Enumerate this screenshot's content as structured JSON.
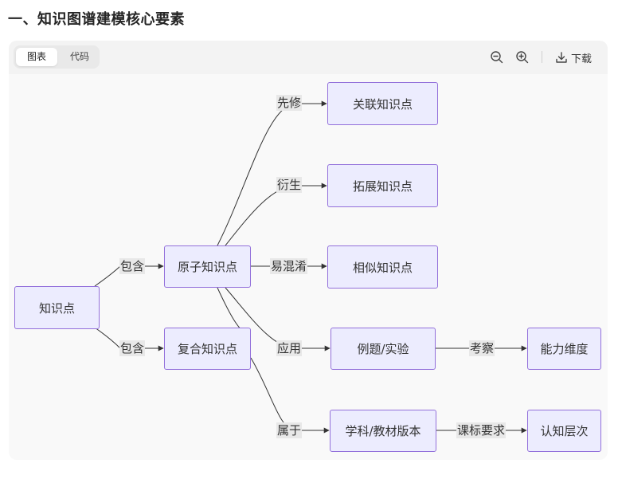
{
  "heading": "一、知识图谱建模核心要素",
  "toolbar": {
    "tab_chart": "图表",
    "tab_code": "代码",
    "download_label": "下载",
    "icons": [
      "zoom-out-icon",
      "zoom-in-icon",
      "download-icon"
    ]
  },
  "diagram": {
    "nodes": {
      "root": "知识点",
      "atomic": "原子知识点",
      "compound": "复合知识点",
      "related": "关联知识点",
      "extended": "拓展知识点",
      "similar": "相似知识点",
      "example": "例题/实验",
      "ability": "能力维度",
      "subject": "学科/教材版本",
      "cognition": "认知层次"
    },
    "edges": {
      "contains_1": "包含",
      "contains_2": "包含",
      "prerequisite": "先修",
      "derived": "衍生",
      "confusable": "易混淆",
      "application": "应用",
      "belongs": "属于",
      "examine": "考察",
      "curriculum": "课标要求"
    }
  },
  "colors": {
    "node_fill": "#ececfe",
    "node_border": "#9370db",
    "edge_line": "#333333",
    "label_bg": "#e8e8e8"
  }
}
